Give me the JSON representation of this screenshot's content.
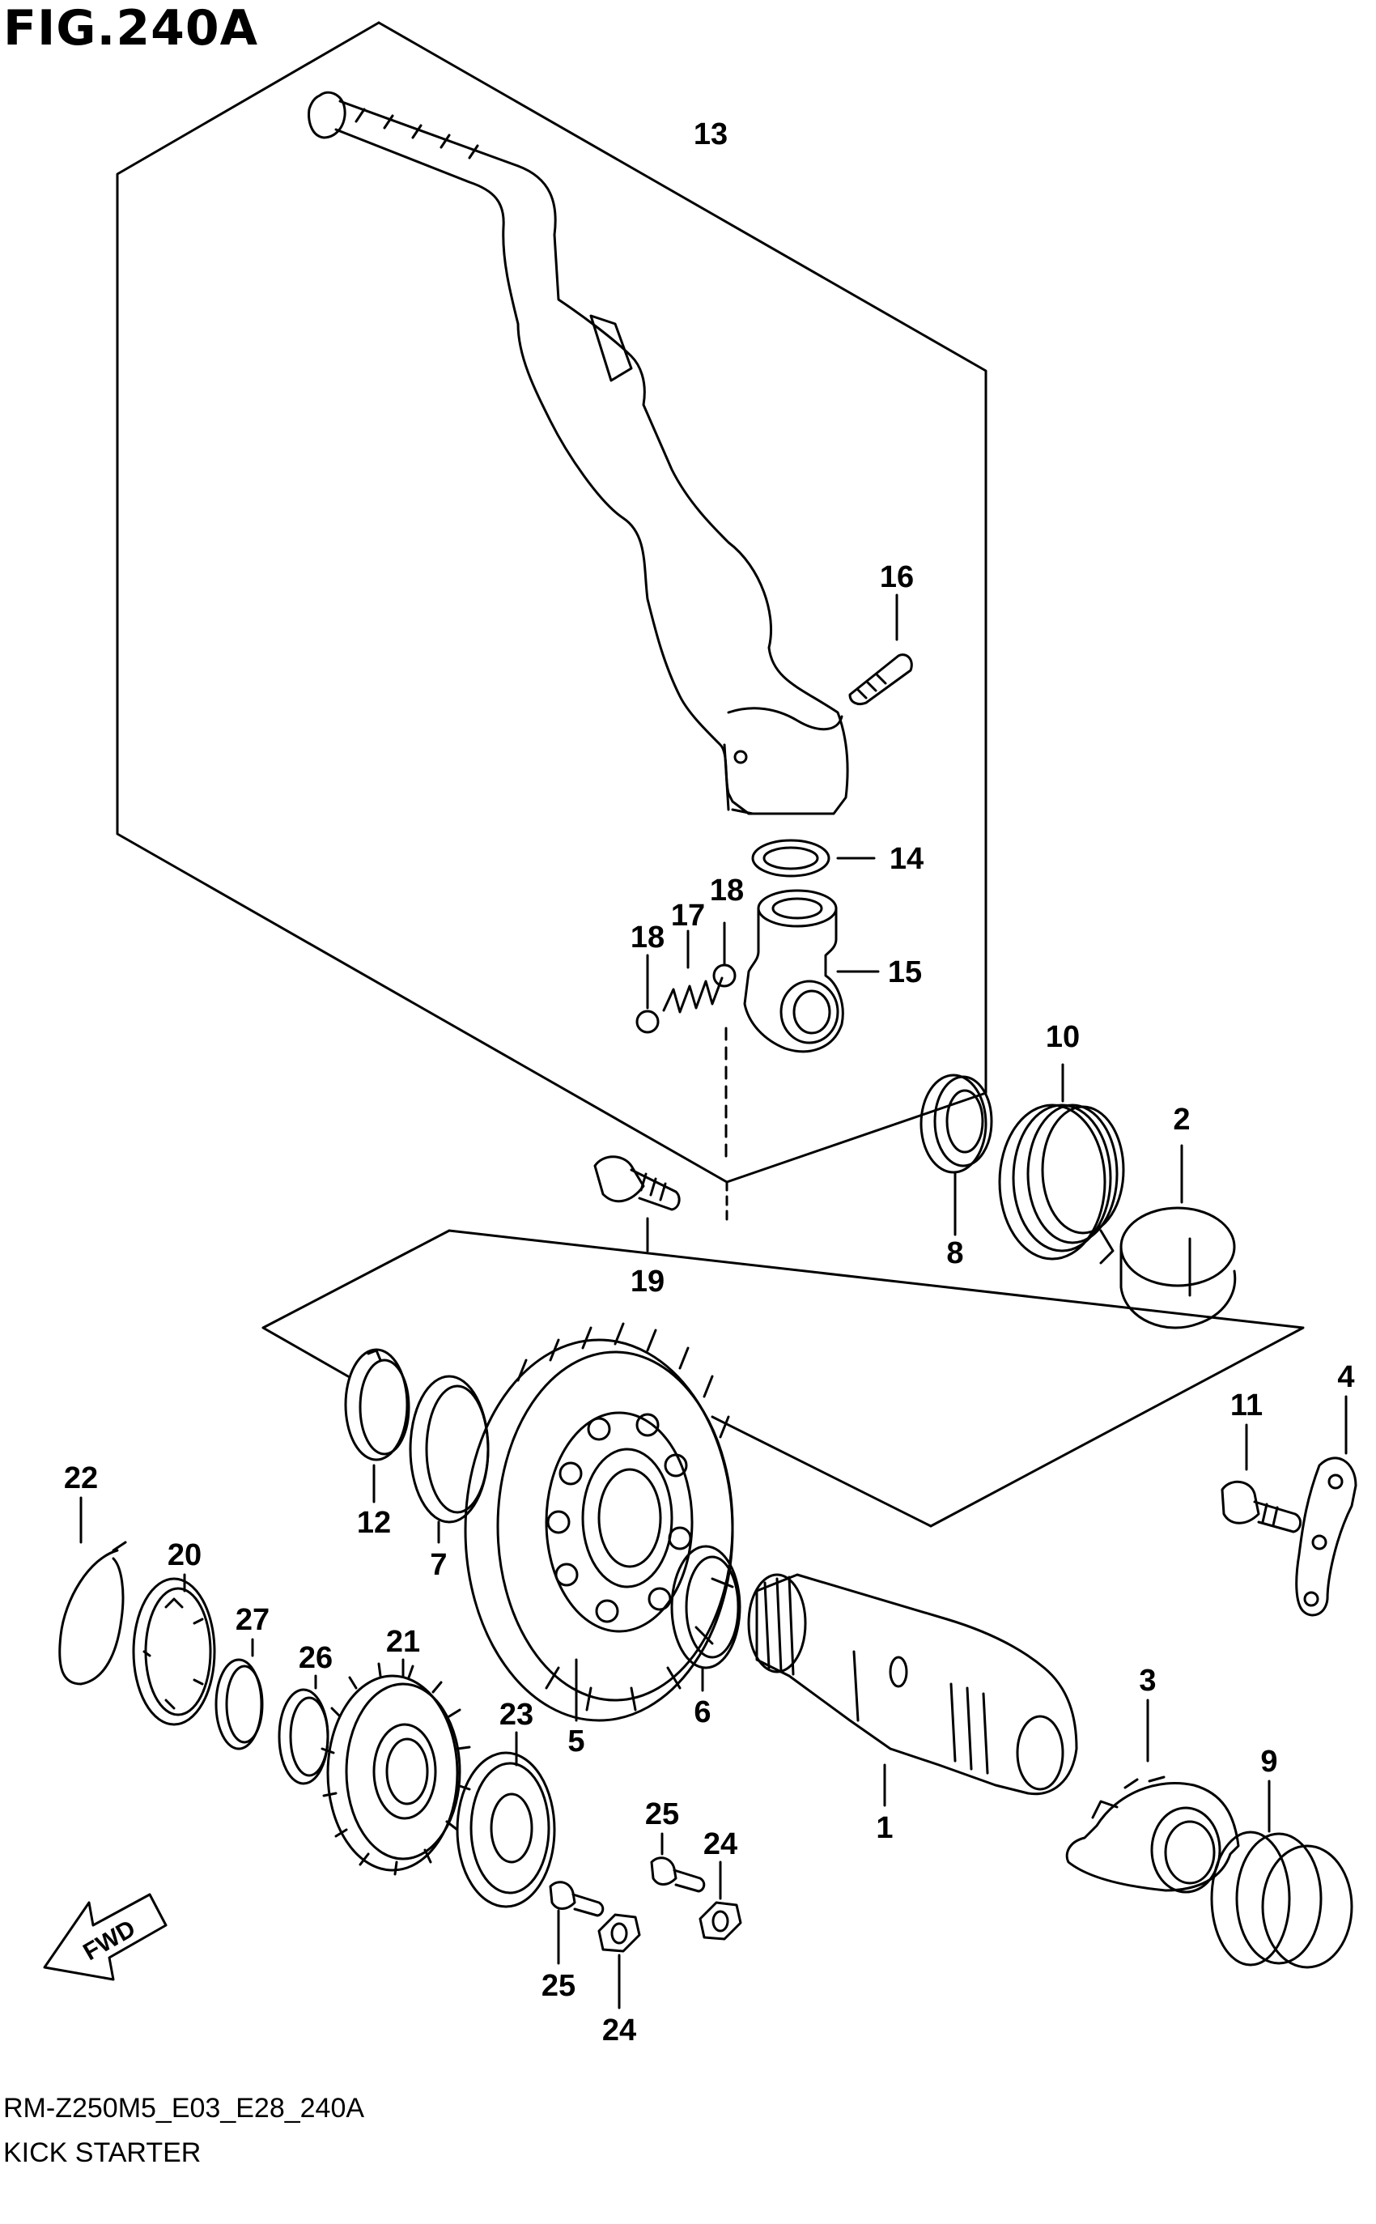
{
  "figure": {
    "title": "FIG.240A"
  },
  "fwd_label": "FWD",
  "callouts": {
    "p1": "1",
    "p2": "2",
    "p3": "3",
    "p4": "4",
    "p5": "5",
    "p6": "6",
    "p7": "7",
    "p8": "8",
    "p9": "9",
    "p10": "10",
    "p11": "11",
    "p12": "12",
    "p13": "13",
    "p14": "14",
    "p15": "15",
    "p16": "16",
    "p17": "17",
    "p18a": "18",
    "p18b": "18",
    "p19": "19",
    "p20": "20",
    "p21": "21",
    "p22": "22",
    "p23": "23",
    "p24a": "24",
    "p24b": "24",
    "p25a": "25",
    "p25b": "25",
    "p26": "26",
    "p27": "27"
  },
  "footer": {
    "diagram_code": "RM-Z250M5_E03_E28_240A",
    "section_name": "KICK STARTER"
  }
}
